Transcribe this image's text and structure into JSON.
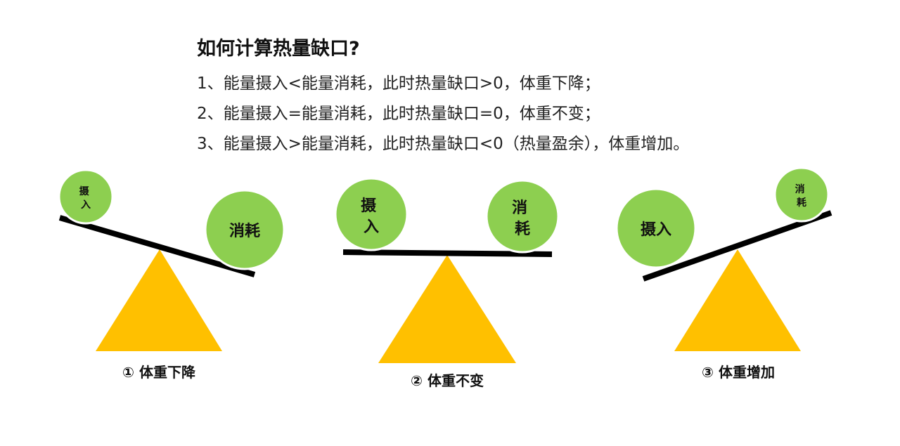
{
  "title": "如何计算热量缺口?",
  "rules": [
    "1、能量摄入<能量消耗，此时热量缺口>0，体重下降；",
    "2、能量摄入=能量消耗，此时热量缺口=0，体重不变；",
    "3、能量摄入>能量消耗，此时热量缺口<0（热量盈余），体重增加。"
  ],
  "colors": {
    "circle_fill": "#8dcf50",
    "circle_stroke": "#ffffff",
    "triangle_fill": "#ffc000",
    "beam": "#000000",
    "text": "#111111"
  },
  "scales": [
    {
      "caption": "① 体重下降",
      "intake_label": "摄入",
      "consumption_label": "消耗",
      "state": "intake-less-than-consumption"
    },
    {
      "caption": "② 体重不变",
      "intake_label": "摄入",
      "consumption_label": "消耗",
      "state": "balanced"
    },
    {
      "caption": "③ 体重增加",
      "intake_label": "摄入",
      "consumption_label": "消耗",
      "state": "intake-greater-than-consumption"
    }
  ]
}
